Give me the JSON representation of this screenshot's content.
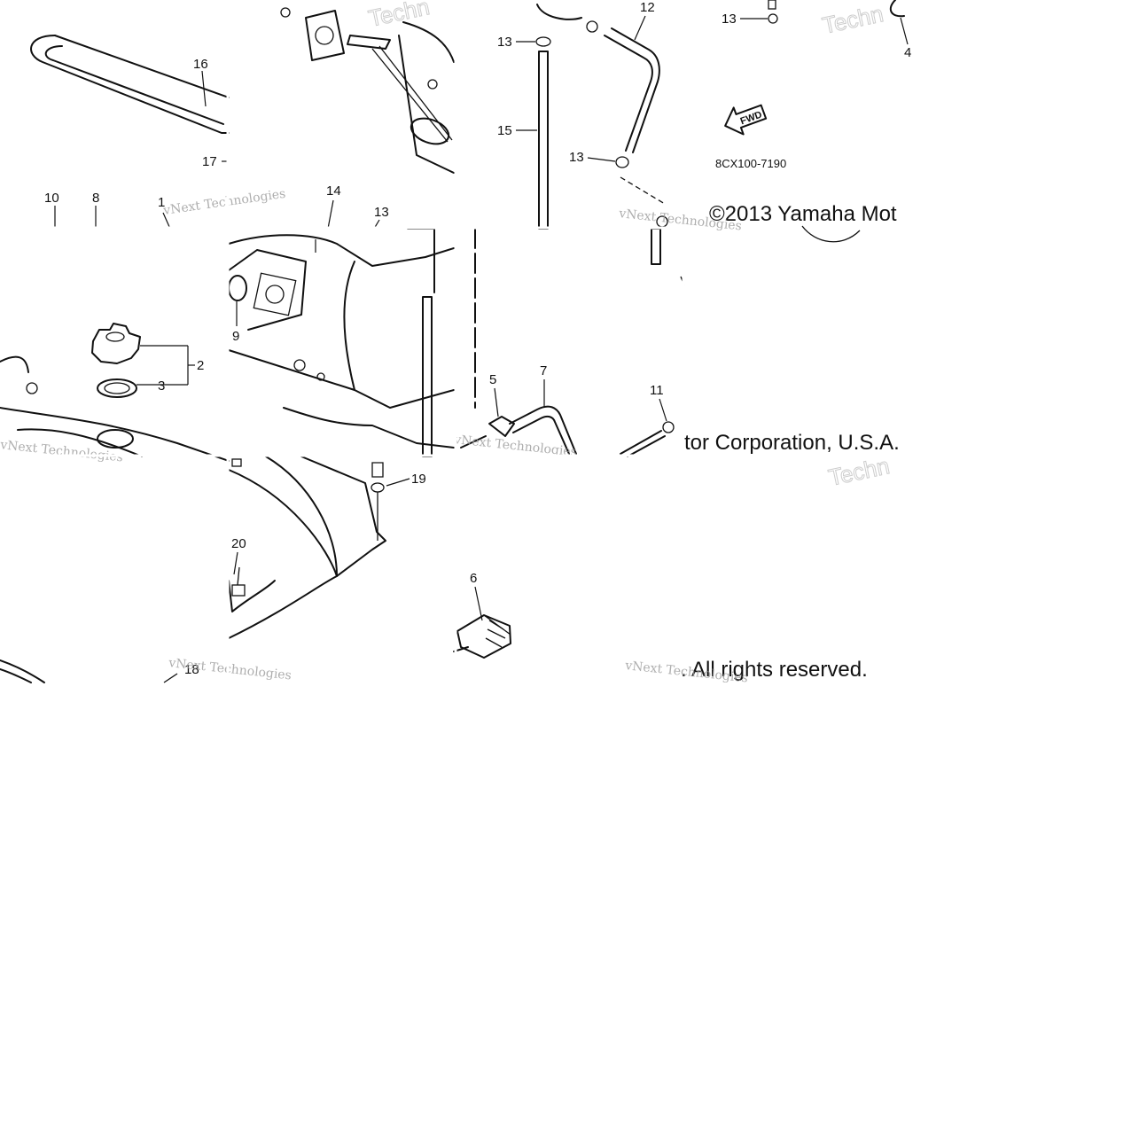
{
  "diagram": {
    "callouts": [
      "16",
      "17",
      "10",
      "8",
      "1",
      "2",
      "3",
      "9",
      "14",
      "13",
      "12",
      "13",
      "13",
      "15",
      "13",
      "4",
      "5",
      "7",
      "11",
      "19",
      "20",
      "6",
      "18"
    ],
    "drawing_code": "8CX100-7190",
    "fwd_label": "FWD",
    "copyright_lines": [
      "©2013 Yamaha Mot",
      "tor Corporation, U.S.A.",
      ". All rights reserved."
    ],
    "watermarks": [
      "vNext Technologies",
      "Techn"
    ]
  }
}
